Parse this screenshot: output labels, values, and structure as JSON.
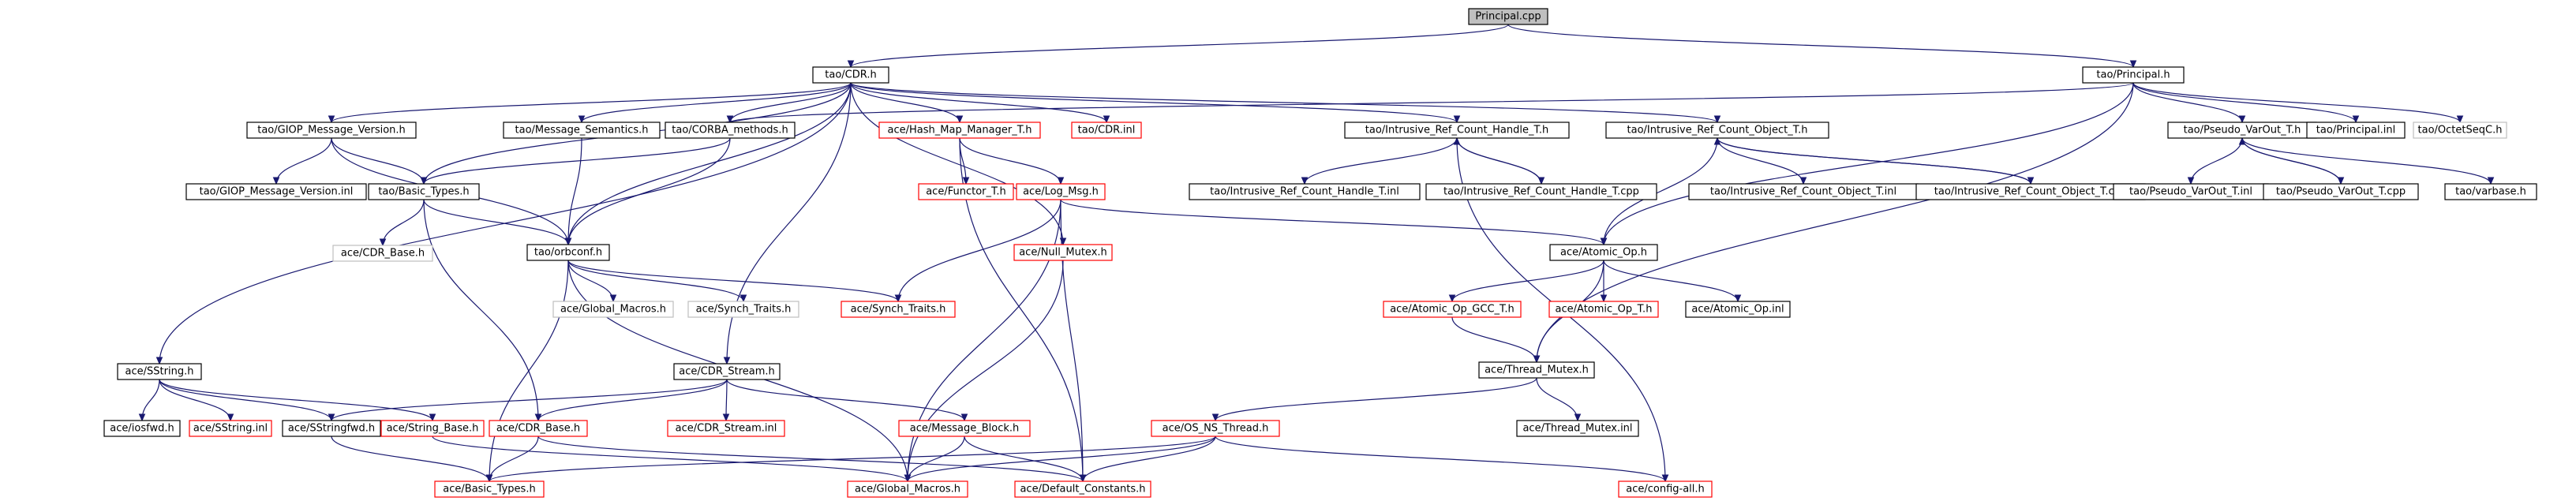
{
  "nodes": [
    {
      "id": "principal_cpp",
      "label": "Principal.cpp",
      "style": "root"
    },
    {
      "id": "cdr_h",
      "label": "tao/CDR.h",
      "style": "normal"
    },
    {
      "id": "principal_h",
      "label": "tao/Principal.h",
      "style": "normal"
    },
    {
      "id": "giop_mv_h",
      "label": "tao/GIOP_Message_Version.h",
      "style": "normal"
    },
    {
      "id": "msg_sem_h",
      "label": "tao/Message_Semantics.h",
      "style": "normal"
    },
    {
      "id": "corba_methods_h",
      "label": "tao/CORBA_methods.h",
      "style": "normal"
    },
    {
      "id": "hash_map_h",
      "label": "ace/Hash_Map_Manager_T.h",
      "style": "red"
    },
    {
      "id": "cdr_inl",
      "label": "tao/CDR.inl",
      "style": "red"
    },
    {
      "id": "irc_handle_h",
      "label": "tao/Intrusive_Ref_Count_Handle_T.h",
      "style": "normal"
    },
    {
      "id": "irc_object_h",
      "label": "tao/Intrusive_Ref_Count_Object_T.h",
      "style": "normal"
    },
    {
      "id": "pseudo_varout_h",
      "label": "tao/Pseudo_VarOut_T.h",
      "style": "normal"
    },
    {
      "id": "principal_inl",
      "label": "tao/Principal.inl",
      "style": "normal"
    },
    {
      "id": "octetseqc_h",
      "label": "tao/OctetSeqC.h",
      "style": "grey"
    },
    {
      "id": "giop_mv_inl",
      "label": "tao/GIOP_Message_Version.inl",
      "style": "normal"
    },
    {
      "id": "basic_types_tao",
      "label": "tao/Basic_Types.h",
      "style": "normal"
    },
    {
      "id": "functor_t",
      "label": "ace/Functor_T.h",
      "style": "red"
    },
    {
      "id": "log_msg_h",
      "label": "ace/Log_Msg.h",
      "style": "red"
    },
    {
      "id": "irc_handle_inl",
      "label": "tao/Intrusive_Ref_Count_Handle_T.inl",
      "style": "normal"
    },
    {
      "id": "irc_handle_cpp",
      "label": "tao/Intrusive_Ref_Count_Handle_T.cpp",
      "style": "normal"
    },
    {
      "id": "irc_object_inl",
      "label": "tao/Intrusive_Ref_Count_Object_T.inl",
      "style": "normal"
    },
    {
      "id": "irc_object_cpp",
      "label": "tao/Intrusive_Ref_Count_Object_T.cpp",
      "style": "normal"
    },
    {
      "id": "pseudo_varout_inl",
      "label": "tao/Pseudo_VarOut_T.inl",
      "style": "normal"
    },
    {
      "id": "pseudo_varout_cpp",
      "label": "tao/Pseudo_VarOut_T.cpp",
      "style": "normal"
    },
    {
      "id": "varbase_h",
      "label": "tao/varbase.h",
      "style": "normal"
    },
    {
      "id": "ace_cdr_base_grey",
      "label": "ace/CDR_Base.h",
      "style": "grey"
    },
    {
      "id": "orbconf_h",
      "label": "tao/orbconf.h",
      "style": "normal"
    },
    {
      "id": "null_mutex_h",
      "label": "ace/Null_Mutex.h",
      "style": "red"
    },
    {
      "id": "atomic_op_h",
      "label": "ace/Atomic_Op.h",
      "style": "normal"
    },
    {
      "id": "global_macros_grey",
      "label": "ace/Global_Macros.h",
      "style": "grey"
    },
    {
      "id": "synch_traits_grey",
      "label": "ace/Synch_Traits.h",
      "style": "grey"
    },
    {
      "id": "synch_traits_red",
      "label": "ace/Synch_Traits.h",
      "style": "red"
    },
    {
      "id": "atomic_op_gcc",
      "label": "ace/Atomic_Op_GCC_T.h",
      "style": "red"
    },
    {
      "id": "atomic_op_t",
      "label": "ace/Atomic_Op_T.h",
      "style": "red"
    },
    {
      "id": "atomic_op_inl",
      "label": "ace/Atomic_Op.inl",
      "style": "normal"
    },
    {
      "id": "sstring_h",
      "label": "ace/SString.h",
      "style": "normal"
    },
    {
      "id": "cdr_stream_h",
      "label": "ace/CDR_Stream.h",
      "style": "normal"
    },
    {
      "id": "thread_mutex_h",
      "label": "ace/Thread_Mutex.h",
      "style": "normal"
    },
    {
      "id": "iosfwd_h",
      "label": "ace/iosfwd.h",
      "style": "normal"
    },
    {
      "id": "sstring_inl",
      "label": "ace/SString.inl",
      "style": "red"
    },
    {
      "id": "sstringfwd_h",
      "label": "ace/SStringfwd.h",
      "style": "normal"
    },
    {
      "id": "string_base_h",
      "label": "ace/String_Base.h",
      "style": "red"
    },
    {
      "id": "cdr_base_red",
      "label": "ace/CDR_Base.h",
      "style": "red"
    },
    {
      "id": "cdr_stream_inl",
      "label": "ace/CDR_Stream.inl",
      "style": "red"
    },
    {
      "id": "message_block_h",
      "label": "ace/Message_Block.h",
      "style": "red"
    },
    {
      "id": "os_ns_thread_h",
      "label": "ace/OS_NS_Thread.h",
      "style": "red"
    },
    {
      "id": "thread_mutex_inl",
      "label": "ace/Thread_Mutex.inl",
      "style": "normal"
    },
    {
      "id": "basic_types_ace",
      "label": "ace/Basic_Types.h",
      "style": "red"
    },
    {
      "id": "global_macros_red",
      "label": "ace/Global_Macros.h",
      "style": "red"
    },
    {
      "id": "default_constants",
      "label": "ace/Default_Constants.h",
      "style": "red"
    },
    {
      "id": "config_all_h",
      "label": "ace/config-all.h",
      "style": "red"
    }
  ],
  "edges": [
    [
      "principal_cpp",
      "cdr_h"
    ],
    [
      "principal_cpp",
      "principal_h"
    ],
    [
      "cdr_h",
      "giop_mv_h"
    ],
    [
      "cdr_h",
      "msg_sem_h"
    ],
    [
      "cdr_h",
      "corba_methods_h"
    ],
    [
      "cdr_h",
      "hash_map_h"
    ],
    [
      "cdr_h",
      "cdr_inl"
    ],
    [
      "cdr_h",
      "irc_handle_h"
    ],
    [
      "cdr_h",
      "irc_object_h"
    ],
    [
      "cdr_h",
      "sstring_h"
    ],
    [
      "cdr_h",
      "cdr_stream_h"
    ],
    [
      "cdr_h",
      "basic_types_tao"
    ],
    [
      "cdr_h",
      "orbconf_h"
    ],
    [
      "cdr_h",
      "null_mutex_h"
    ],
    [
      "principal_h",
      "corba_methods_h"
    ],
    [
      "principal_h",
      "pseudo_varout_h"
    ],
    [
      "principal_h",
      "principal_inl"
    ],
    [
      "principal_h",
      "octetseqc_h"
    ],
    [
      "principal_h",
      "atomic_op_h"
    ],
    [
      "principal_h",
      "thread_mutex_h"
    ],
    [
      "giop_mv_h",
      "giop_mv_inl"
    ],
    [
      "giop_mv_h",
      "basic_types_tao"
    ],
    [
      "giop_mv_h",
      "orbconf_h"
    ],
    [
      "msg_sem_h",
      "orbconf_h"
    ],
    [
      "corba_methods_h",
      "basic_types_tao"
    ],
    [
      "corba_methods_h",
      "orbconf_h"
    ],
    [
      "hash_map_h",
      "functor_t"
    ],
    [
      "hash_map_h",
      "log_msg_h"
    ],
    [
      "hash_map_h",
      "default_constants"
    ],
    [
      "irc_handle_h",
      "irc_handle_inl"
    ],
    [
      "irc_handle_h",
      "irc_handle_cpp"
    ],
    [
      "irc_handle_h",
      "config_all_h"
    ],
    [
      "irc_handle_cpp",
      "irc_handle_h"
    ],
    [
      "irc_object_h",
      "irc_object_inl"
    ],
    [
      "irc_object_h",
      "irc_object_cpp"
    ],
    [
      "irc_object_h",
      "atomic_op_h"
    ],
    [
      "irc_object_cpp",
      "irc_object_h"
    ],
    [
      "pseudo_varout_h",
      "pseudo_varout_inl"
    ],
    [
      "pseudo_varout_h",
      "pseudo_varout_cpp"
    ],
    [
      "pseudo_varout_h",
      "varbase_h"
    ],
    [
      "pseudo_varout_cpp",
      "pseudo_varout_h"
    ],
    [
      "basic_types_tao",
      "ace_cdr_base_grey"
    ],
    [
      "basic_types_tao",
      "orbconf_h"
    ],
    [
      "basic_types_tao",
      "cdr_base_red"
    ],
    [
      "log_msg_h",
      "atomic_op_h"
    ],
    [
      "log_msg_h",
      "synch_traits_red"
    ],
    [
      "log_msg_h",
      "global_macros_red"
    ],
    [
      "log_msg_h",
      "default_constants"
    ],
    [
      "orbconf_h",
      "global_macros_grey"
    ],
    [
      "orbconf_h",
      "synch_traits_grey"
    ],
    [
      "orbconf_h",
      "synch_traits_red"
    ],
    [
      "orbconf_h",
      "basic_types_ace"
    ],
    [
      "orbconf_h",
      "global_macros_red"
    ],
    [
      "null_mutex_h",
      "global_macros_red"
    ],
    [
      "atomic_op_h",
      "atomic_op_gcc"
    ],
    [
      "atomic_op_h",
      "atomic_op_t"
    ],
    [
      "atomic_op_h",
      "atomic_op_inl"
    ],
    [
      "atomic_op_h",
      "thread_mutex_h"
    ],
    [
      "atomic_op_gcc",
      "thread_mutex_h"
    ],
    [
      "sstring_h",
      "iosfwd_h"
    ],
    [
      "sstring_h",
      "sstring_inl"
    ],
    [
      "sstring_h",
      "sstringfwd_h"
    ],
    [
      "sstring_h",
      "string_base_h"
    ],
    [
      "cdr_stream_h",
      "sstringfwd_h"
    ],
    [
      "cdr_stream_h",
      "cdr_base_red"
    ],
    [
      "cdr_stream_h",
      "cdr_stream_inl"
    ],
    [
      "cdr_stream_h",
      "message_block_h"
    ],
    [
      "thread_mutex_h",
      "os_ns_thread_h"
    ],
    [
      "thread_mutex_h",
      "thread_mutex_inl"
    ],
    [
      "sstringfwd_h",
      "basic_types_ace"
    ],
    [
      "string_base_h",
      "sstringfwd_h"
    ],
    [
      "string_base_h",
      "global_macros_red"
    ],
    [
      "cdr_base_red",
      "basic_types_ace"
    ],
    [
      "cdr_base_red",
      "default_constants"
    ],
    [
      "message_block_h",
      "global_macros_red"
    ],
    [
      "message_block_h",
      "default_constants"
    ],
    [
      "os_ns_thread_h",
      "basic_types_ace"
    ],
    [
      "os_ns_thread_h",
      "global_macros_red"
    ],
    [
      "os_ns_thread_h",
      "default_constants"
    ],
    [
      "os_ns_thread_h",
      "config_all_h"
    ]
  ]
}
